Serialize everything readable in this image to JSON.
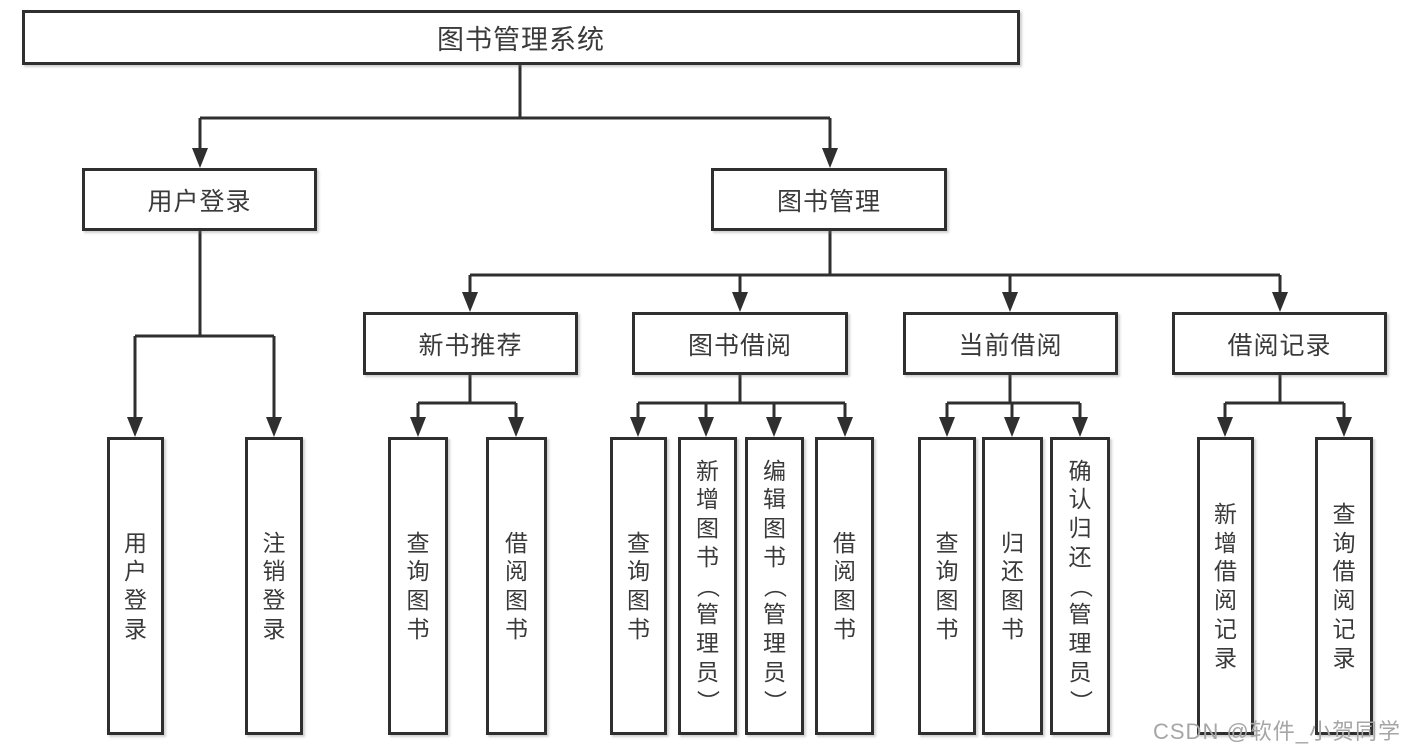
{
  "diagram_type": "hierarchy-tree",
  "tree": {
    "label": "图书管理系统",
    "children": [
      {
        "label": "用户登录",
        "children": [
          {
            "label": "用户登录"
          },
          {
            "label": "注销登录"
          }
        ]
      },
      {
        "label": "图书管理",
        "children": [
          {
            "label": "新书推荐",
            "children": [
              {
                "label": "查询图书"
              },
              {
                "label": "借阅图书"
              }
            ]
          },
          {
            "label": "图书借阅",
            "children": [
              {
                "label": "查询图书"
              },
              {
                "label": "新增图书（管理员）"
              },
              {
                "label": "编辑图书（管理员）"
              },
              {
                "label": "借阅图书"
              }
            ]
          },
          {
            "label": "当前借阅",
            "children": [
              {
                "label": "查询图书"
              },
              {
                "label": "归还图书"
              },
              {
                "label": "确认归还（管理员）"
              }
            ]
          },
          {
            "label": "借阅记录",
            "children": [
              {
                "label": "新增借阅记录"
              },
              {
                "label": "查询借阅记录"
              }
            ]
          }
        ]
      }
    ]
  },
  "watermark": {
    "text": "CSDN @软件_小贺同学"
  },
  "colors": {
    "line": "#2f2f2f",
    "box_border": "#2f2f2f",
    "text": "#3a3a3a",
    "background": "#ffffff",
    "watermark": "#a6a6a6"
  }
}
